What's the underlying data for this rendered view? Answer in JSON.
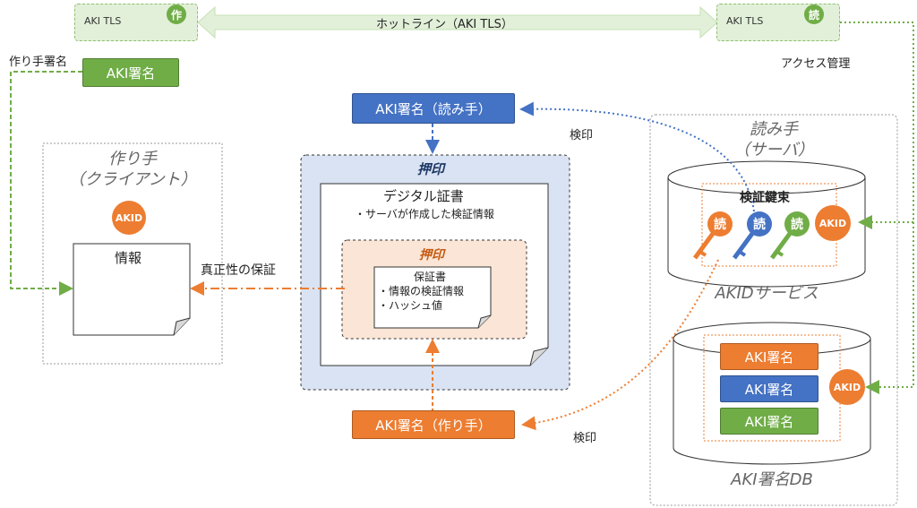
{
  "hotline_label": "ホットライン（AKI TLS）",
  "tls_left": {
    "label": "AKI TLS",
    "key_char": "作"
  },
  "tls_right": {
    "label": "AKI TLS",
    "key_char": "読"
  },
  "access_mgmt": "アクセス管理",
  "creator_sign_label": "作り手署名",
  "aki_sign_green": "AKI署名",
  "reader_sign_button": "AKI署名（読み手）",
  "creator_sign_button": "AKI署名（作り手）",
  "verify_top": "検印",
  "verify_bottom": "検印",
  "creator": {
    "title_line1": "作り手",
    "title_line2": "（クライアント）",
    "akid": "AKID",
    "doc_label": "情報"
  },
  "authenticity": "真正性の保証",
  "outer_seal": {
    "title": "押印",
    "cert_title": "デジタル証書",
    "cert_line": "・サーバが作成した検証情報",
    "inner_seal": {
      "title": "押印",
      "guarantee_title": "保証書",
      "line1": "・情報の検証情報",
      "line2": "・ハッシュ値"
    }
  },
  "reader": {
    "title_line1": "読み手",
    "title_line2": "（サーバ）"
  },
  "keyring": {
    "title": "検証鍵束",
    "keys": [
      "読",
      "読",
      "読"
    ],
    "akid": "AKID"
  },
  "akid_service": "AKIDサービス",
  "db": {
    "entries": [
      "AKI署名",
      "AKI署名",
      "AKI署名"
    ],
    "akid": "AKID",
    "label": "AKI署名DB"
  },
  "colors": {
    "green": "#70ad47",
    "blue": "#4472c4",
    "orange": "#ed7d31"
  }
}
